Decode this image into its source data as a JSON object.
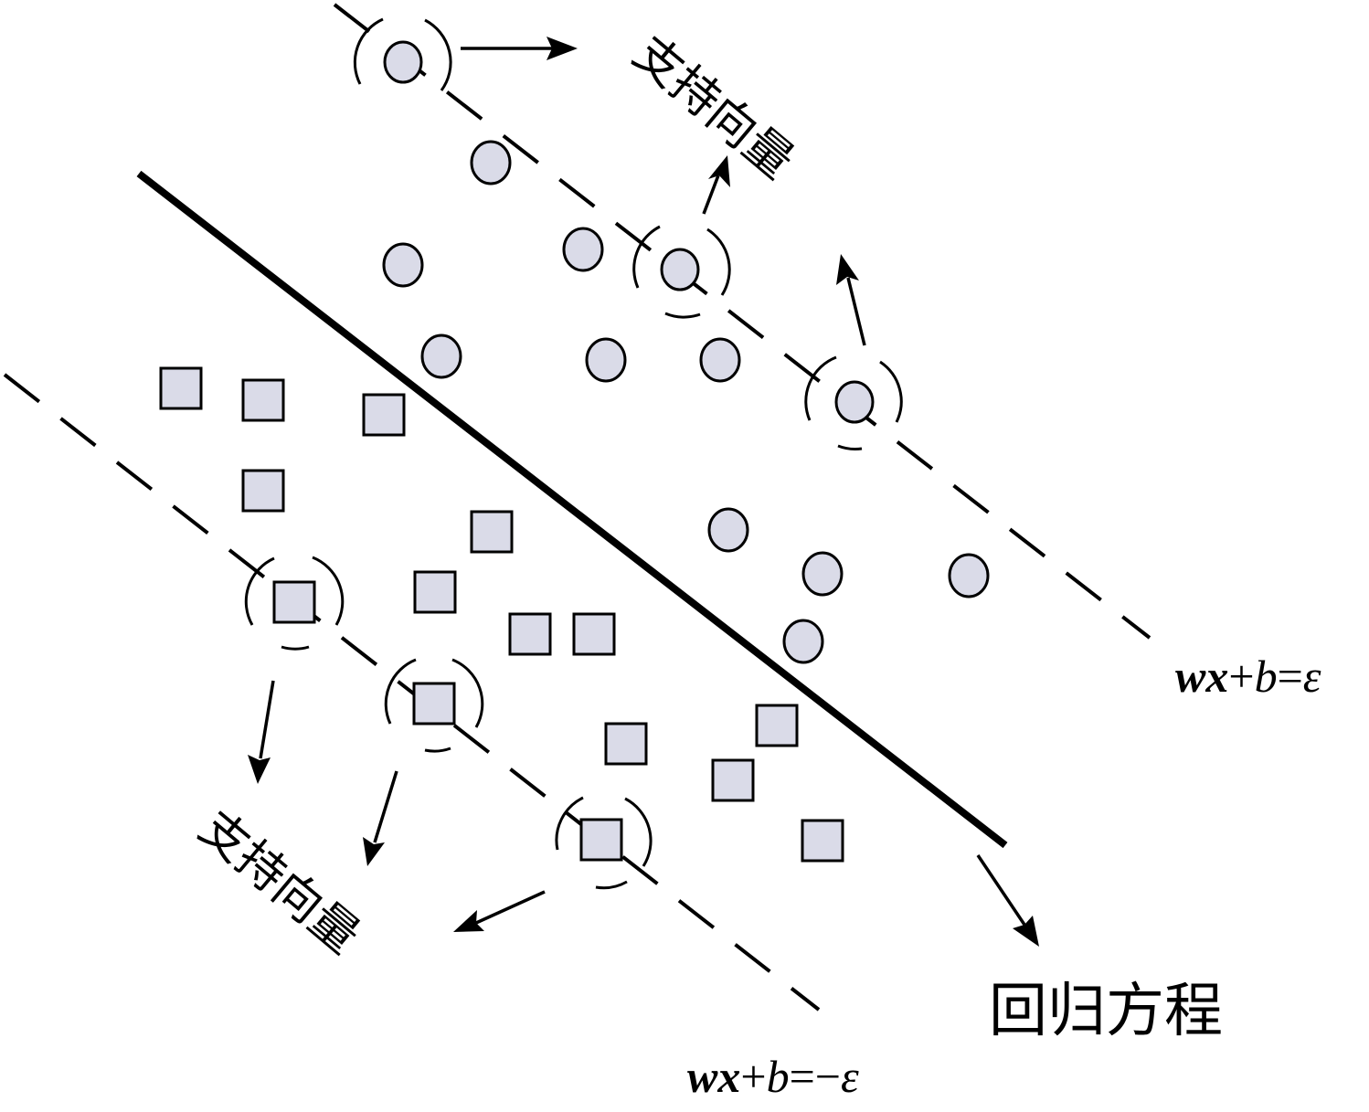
{
  "labels": {
    "support_vector_top": "支持向量",
    "support_vector_bottom": "支持向量",
    "regression_equation": "回归方程"
  },
  "equations": {
    "upper": {
      "bold": "wx",
      "plus": "+",
      "ital_b": "b",
      "equals": "=",
      "ital_eps": "ε"
    },
    "lower": {
      "bold": "wx",
      "plus": "+",
      "ital_b": "b",
      "equals": "=−",
      "ital_eps": "ε"
    }
  },
  "colors": {
    "marker_fill": "#dadbe8",
    "stroke": "#000000",
    "background": "#ffffff"
  }
}
